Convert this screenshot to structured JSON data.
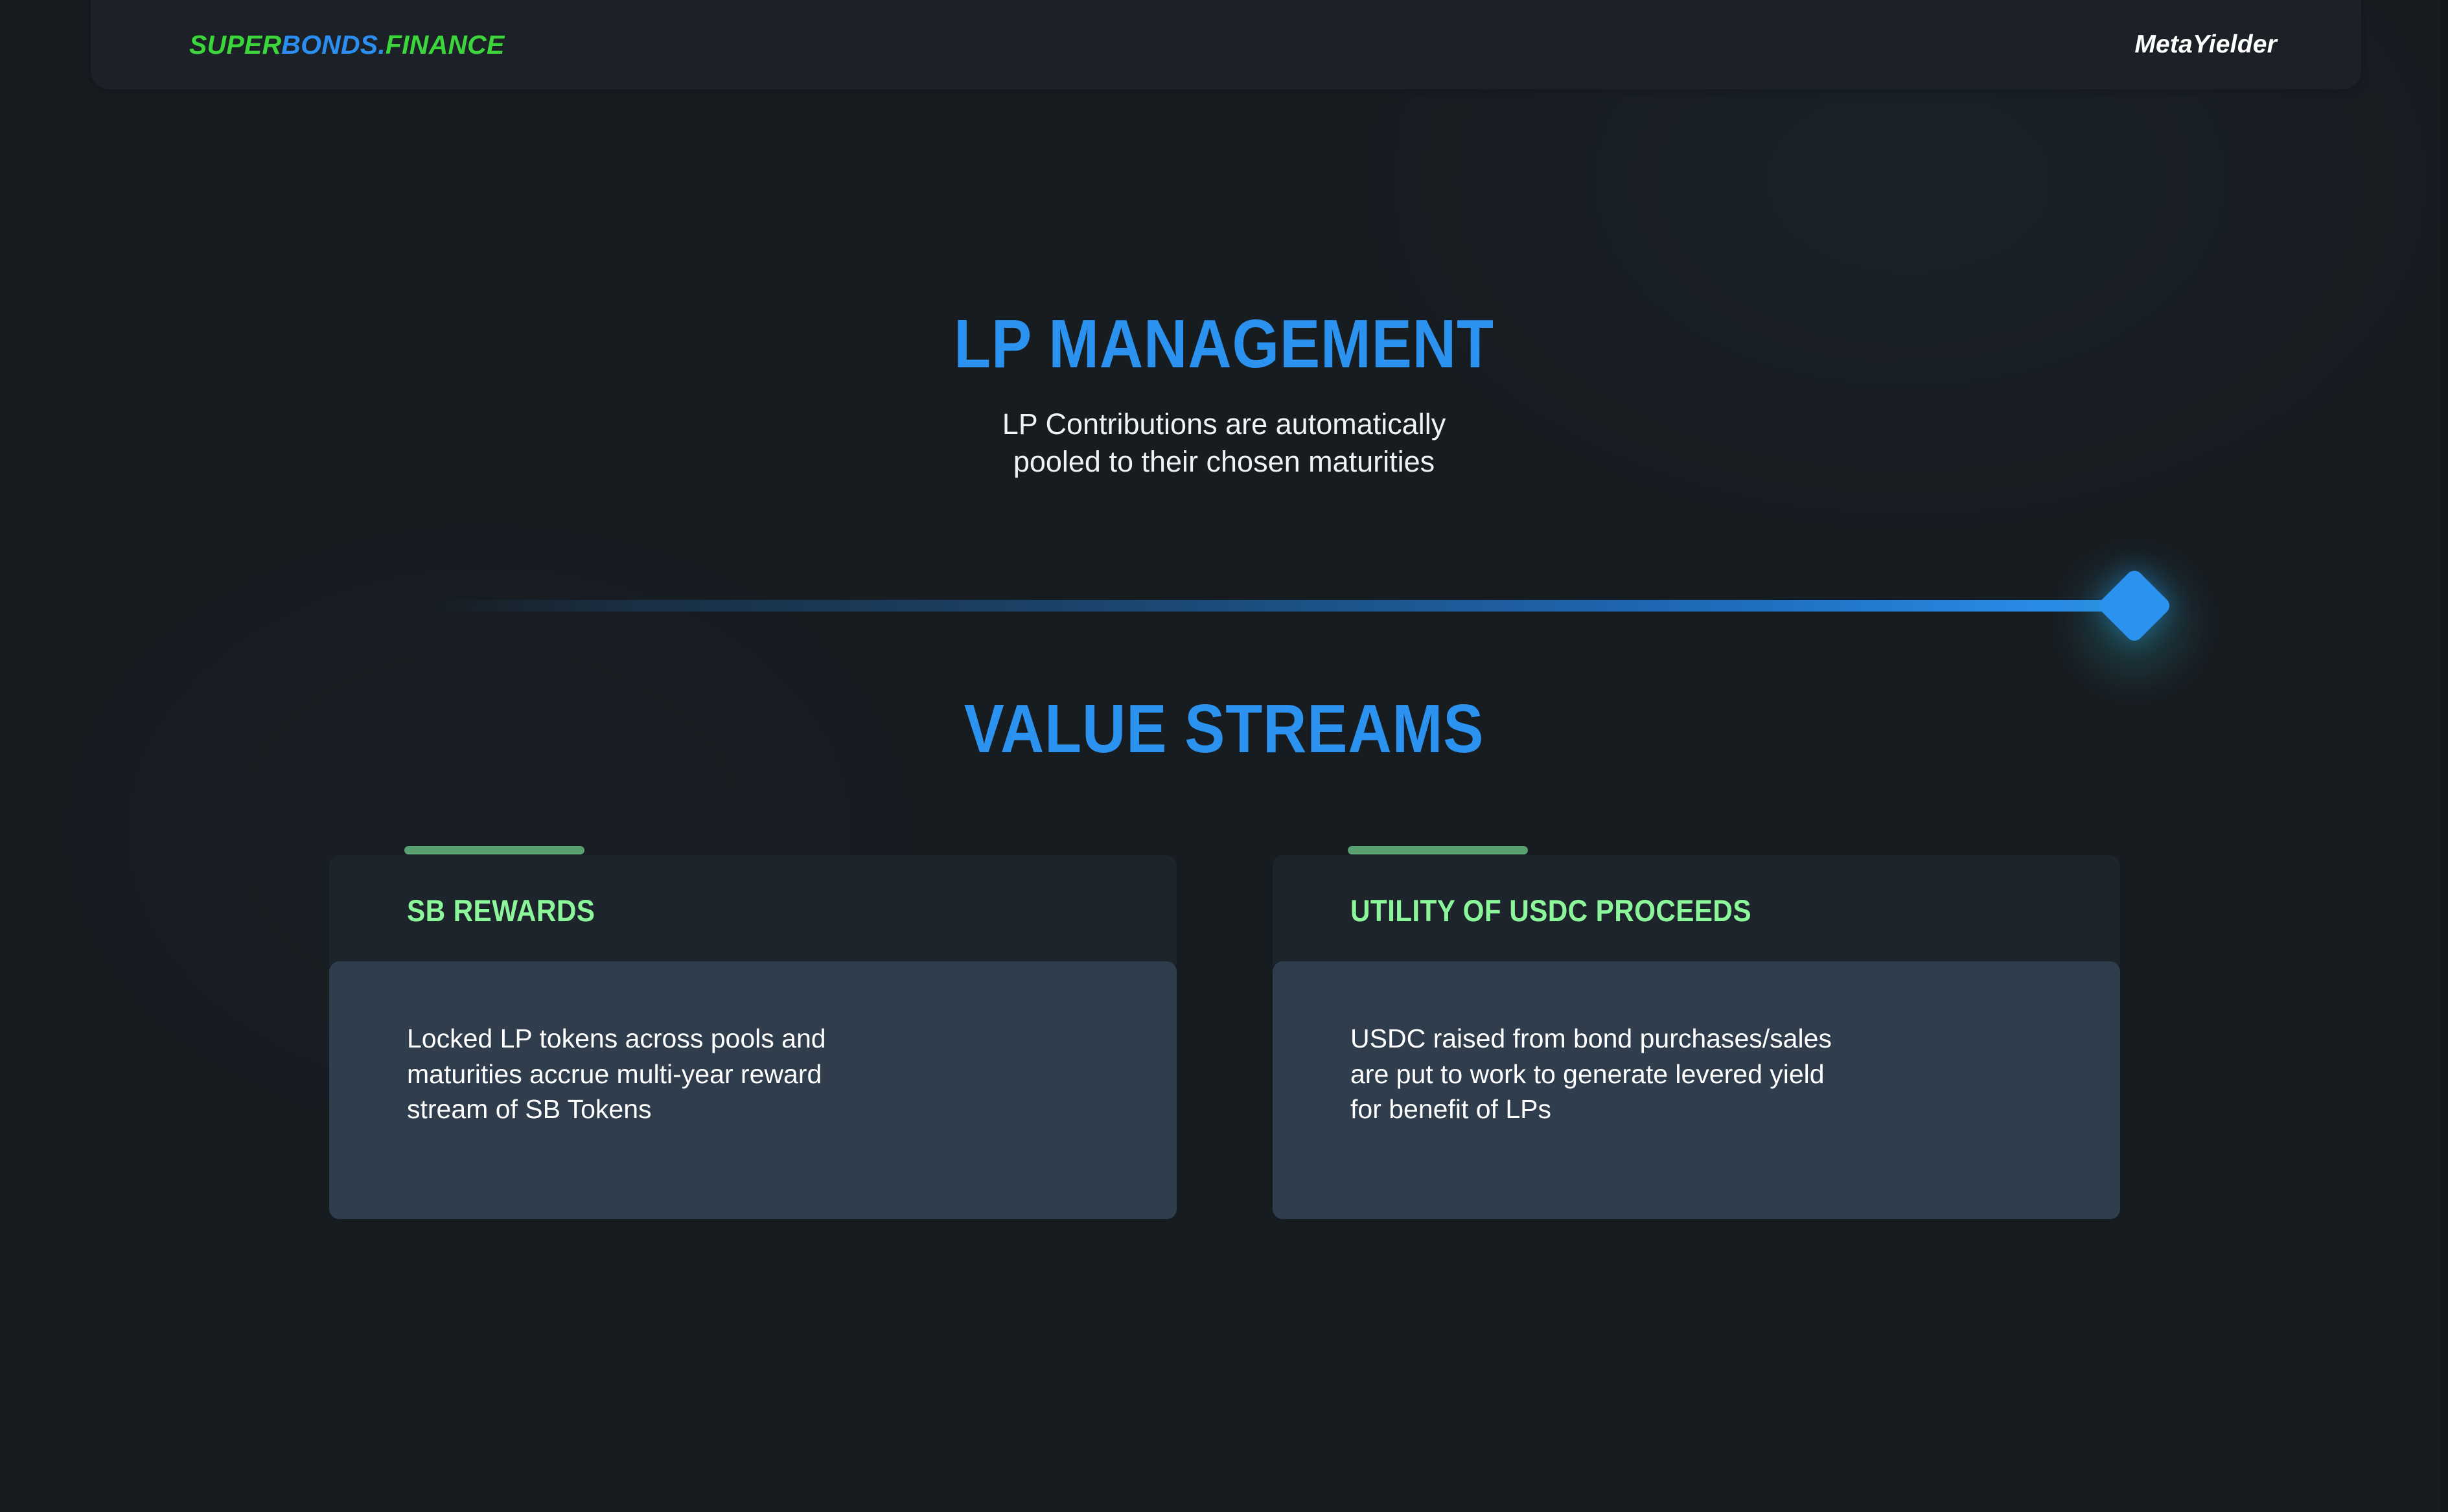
{
  "header": {
    "logo": {
      "part1": "SUPER",
      "part2": "BONDS.",
      "part3": "FINANCE"
    },
    "brand": "MetaYielder"
  },
  "hero": {
    "title": "LP MANAGEMENT",
    "subtitle": "LP Contributions are automatically\npooled to their chosen maturities"
  },
  "slider": {
    "name": "progress-slider",
    "value": 100,
    "thumb_icon": "diamond-marker"
  },
  "streams": {
    "title": "VALUE STREAMS",
    "cards": [
      {
        "title": "SB REWARDS",
        "text": "Locked LP tokens across pools and\nmaturities accrue multi-year reward\nstream of SB Tokens"
      },
      {
        "title": "UTILITY OF USDC PROCEEDS",
        "text": "USDC raised from bond purchases/sales\nare put to work to generate levered yield\nfor benefit of LPs"
      }
    ]
  },
  "colors": {
    "accent_blue": "#2b93ef",
    "accent_green": "#3cd63c",
    "title_green": "#8cf79a",
    "bar_green": "#59a071",
    "page_bg": "#171c21",
    "panel_bg": "#1d242c",
    "card_body_bg": "#2f3d4d"
  }
}
